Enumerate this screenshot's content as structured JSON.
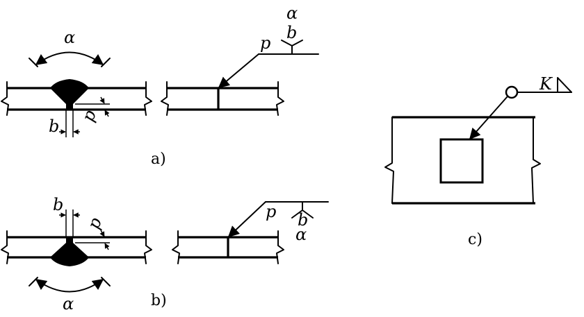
{
  "panels": {
    "a": {
      "caption": "a)",
      "labels": {
        "angle": "α",
        "gap": "b",
        "depth": "p",
        "leader": "p",
        "symbol_angle": "α",
        "symbol_gap": "b"
      }
    },
    "b": {
      "caption": "b)",
      "labels": {
        "angle": "α",
        "gap": "b",
        "depth": "p",
        "leader": "p",
        "symbol_angle": "α",
        "symbol_gap": "b"
      }
    },
    "c": {
      "caption": "c)",
      "labels": {
        "leg": "K"
      }
    }
  },
  "colors": {
    "ink": "#000000",
    "background": "#ffffff"
  }
}
